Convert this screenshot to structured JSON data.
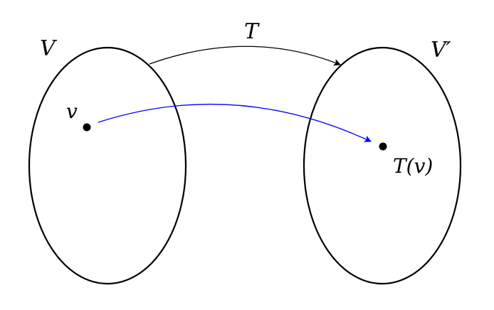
{
  "diagram": {
    "domain_label": "V",
    "codomain_label": "V′",
    "map_label": "T",
    "element_label": "v",
    "image_label": "T(v)"
  },
  "colors": {
    "stroke": "#000000",
    "map_arrow": "#000000",
    "element_arrow": "#0000ff",
    "background": "#ffffff"
  }
}
